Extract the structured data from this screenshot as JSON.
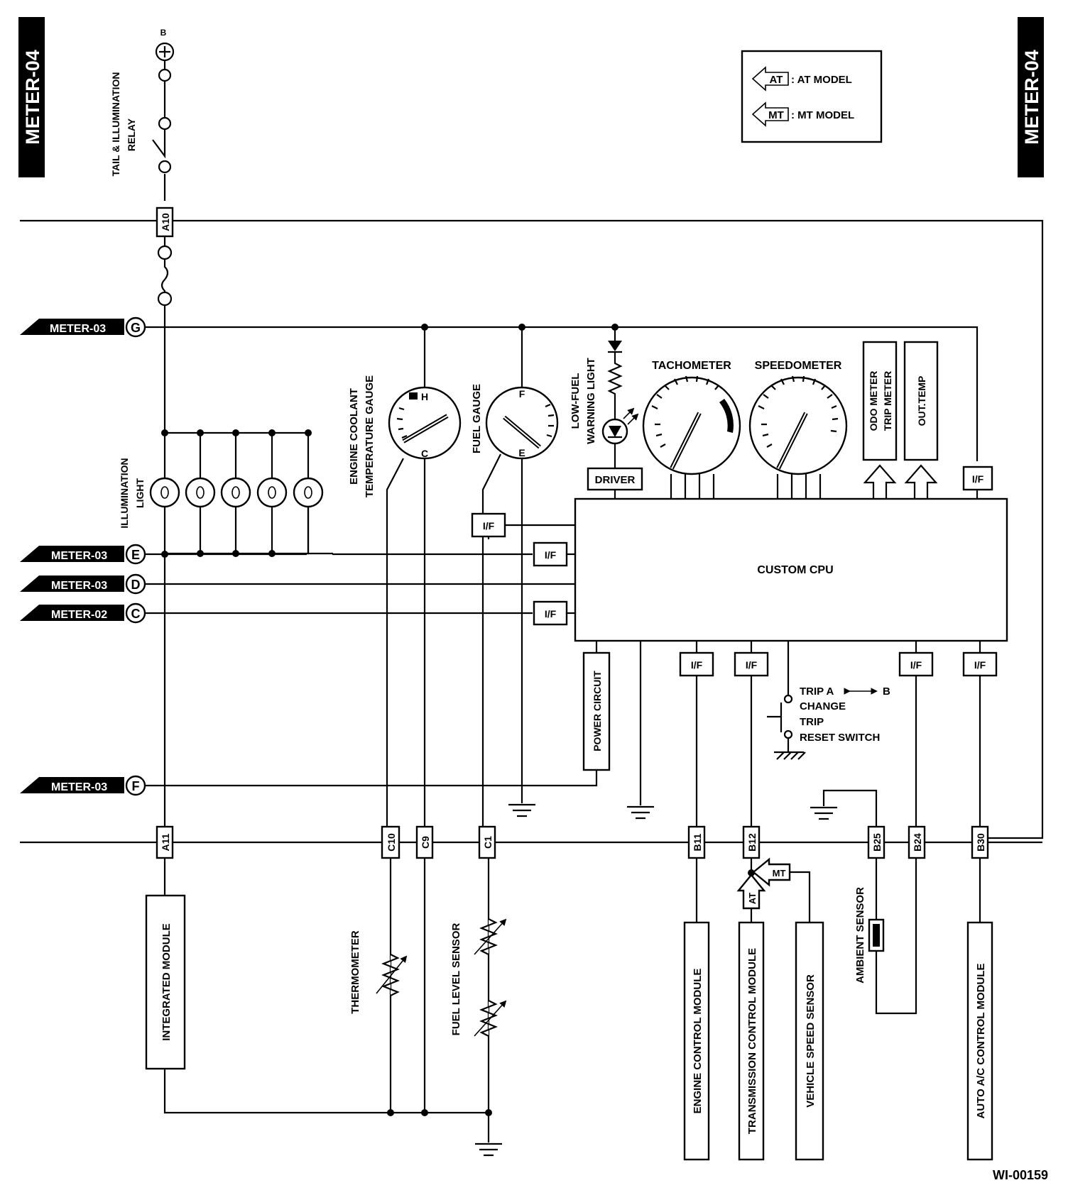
{
  "page_tags": {
    "left": "METER-04",
    "right": "METER-04"
  },
  "legend": {
    "at_symbol": "AT",
    "at_text": ": AT MODEL",
    "mt_symbol": "MT",
    "mt_text": ": MT MODEL"
  },
  "power": {
    "battery": "B",
    "relay_line1": "TAIL & ILLUMINATION",
    "relay_line2": "RELAY"
  },
  "connectors": [
    "A10",
    "A11",
    "C10",
    "C9",
    "C1",
    "B11",
    "B12",
    "B25",
    "B24",
    "B30"
  ],
  "refs": [
    {
      "sheet": "METER-03",
      "pin": "G"
    },
    {
      "sheet": "METER-03",
      "pin": "E"
    },
    {
      "sheet": "METER-03",
      "pin": "D"
    },
    {
      "sheet": "METER-02",
      "pin": "C"
    },
    {
      "sheet": "METER-03",
      "pin": "F"
    }
  ],
  "labels": {
    "illumination_line1": "ILLUMINATION",
    "illumination_line2": "LIGHT",
    "coolant_line1": "ENGINE COOLANT",
    "coolant_line2": "TEMPERATURE GAUGE",
    "fuel_gauge": "FUEL GAUGE",
    "lowfuel_line1": "LOW-FUEL",
    "lowfuel_line2": "WARNING LIGHT",
    "tachometer": "TACHOMETER",
    "speedometer": "SPEEDOMETER",
    "odo_line1": "ODO METER",
    "odo_line2": "TRIP METER",
    "out_temp": "OUT.TEMP",
    "driver": "DRIVER",
    "cpu": "CUSTOM CPU",
    "if": "I/F",
    "power_circuit": "POWER CIRCUIT",
    "trip_line1": "TRIP   A",
    "trip_b": "B",
    "trip_line2": "CHANGE",
    "trip_line3": "TRIP",
    "trip_line4": "RESET SWITCH",
    "gauge_h": "H",
    "gauge_c": "C",
    "gauge_f": "F",
    "gauge_e": "E",
    "integrated_module": "INTEGRATED MODULE",
    "thermometer": "THERMOMETER",
    "fuel_level_sensor": "FUEL LEVEL SENSOR",
    "ecm": "ENGINE CONTROL MODULE",
    "tcm": "TRANSMISSION CONTROL MODULE",
    "vss": "VEHICLE SPEED SENSOR",
    "ambient": "AMBIENT SENSOR",
    "ac": "AUTO A/C CONTROL MODULE",
    "at_tag": "AT",
    "mt_tag": "MT",
    "figure_id": "WI-00159"
  }
}
